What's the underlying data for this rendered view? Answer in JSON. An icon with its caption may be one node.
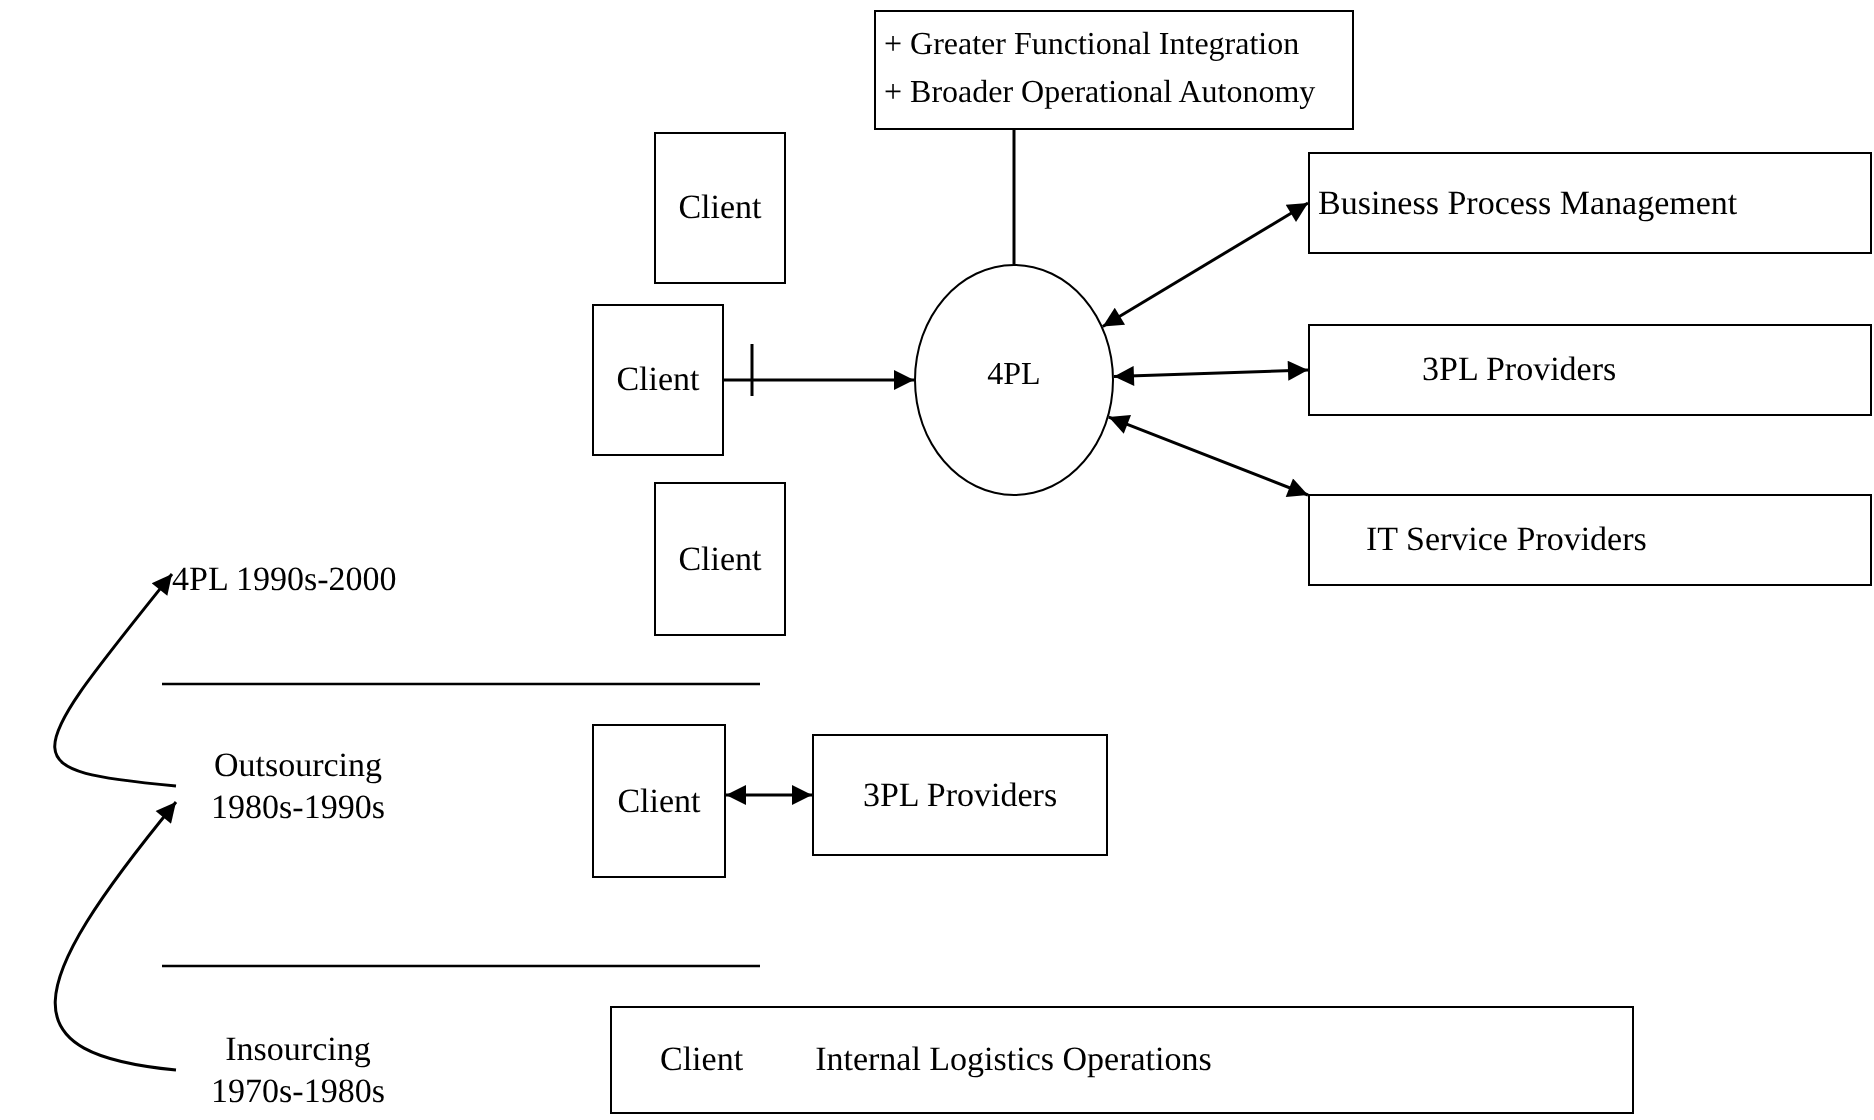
{
  "diagram": {
    "nodes": [
      {
        "text": [
          "+ Greater Functional Integration",
          "+ Broader Operational Autonomy"
        ]
      },
      {
        "text": [
          "Client"
        ]
      },
      {
        "text": [
          "Client"
        ]
      },
      {
        "text": [
          "4PL"
        ]
      },
      {
        "text": [
          "Business Process Management"
        ]
      },
      {
        "text": [
          "3PL Providers"
        ]
      },
      {
        "text": [
          "IT Service Providers"
        ]
      },
      {
        "text": [
          "Client"
        ]
      },
      {
        "text": [
          "Client"
        ]
      },
      {
        "text": [
          "3PL Providers"
        ]
      },
      {
        "text": [
          "Client",
          "Internal Logistics Operations"
        ]
      },
      {
        "text": [
          "4PL 1990s-2000"
        ]
      },
      {
        "text": [
          "Outsourcing 1980s-1990s"
        ]
      },
      {
        "text": [
          "Insourcing 1970s-1980s"
        ]
      }
    ],
    "edges": [
      {
        "from": 0,
        "to": 3,
        "arrow": "none"
      },
      {
        "from": 2,
        "to": 3,
        "arrow": "to"
      },
      {
        "from": 3,
        "to": 4,
        "arrow": "both"
      },
      {
        "from": 3,
        "to": 5,
        "arrow": "both"
      },
      {
        "from": 3,
        "to": 6,
        "arrow": "both"
      },
      {
        "from": 8,
        "to": 9,
        "arrow": "both"
      },
      {
        "from": 12,
        "to": 11,
        "arrow": "to"
      },
      {
        "from": 13,
        "to": 12,
        "arrow": "to"
      }
    ]
  }
}
